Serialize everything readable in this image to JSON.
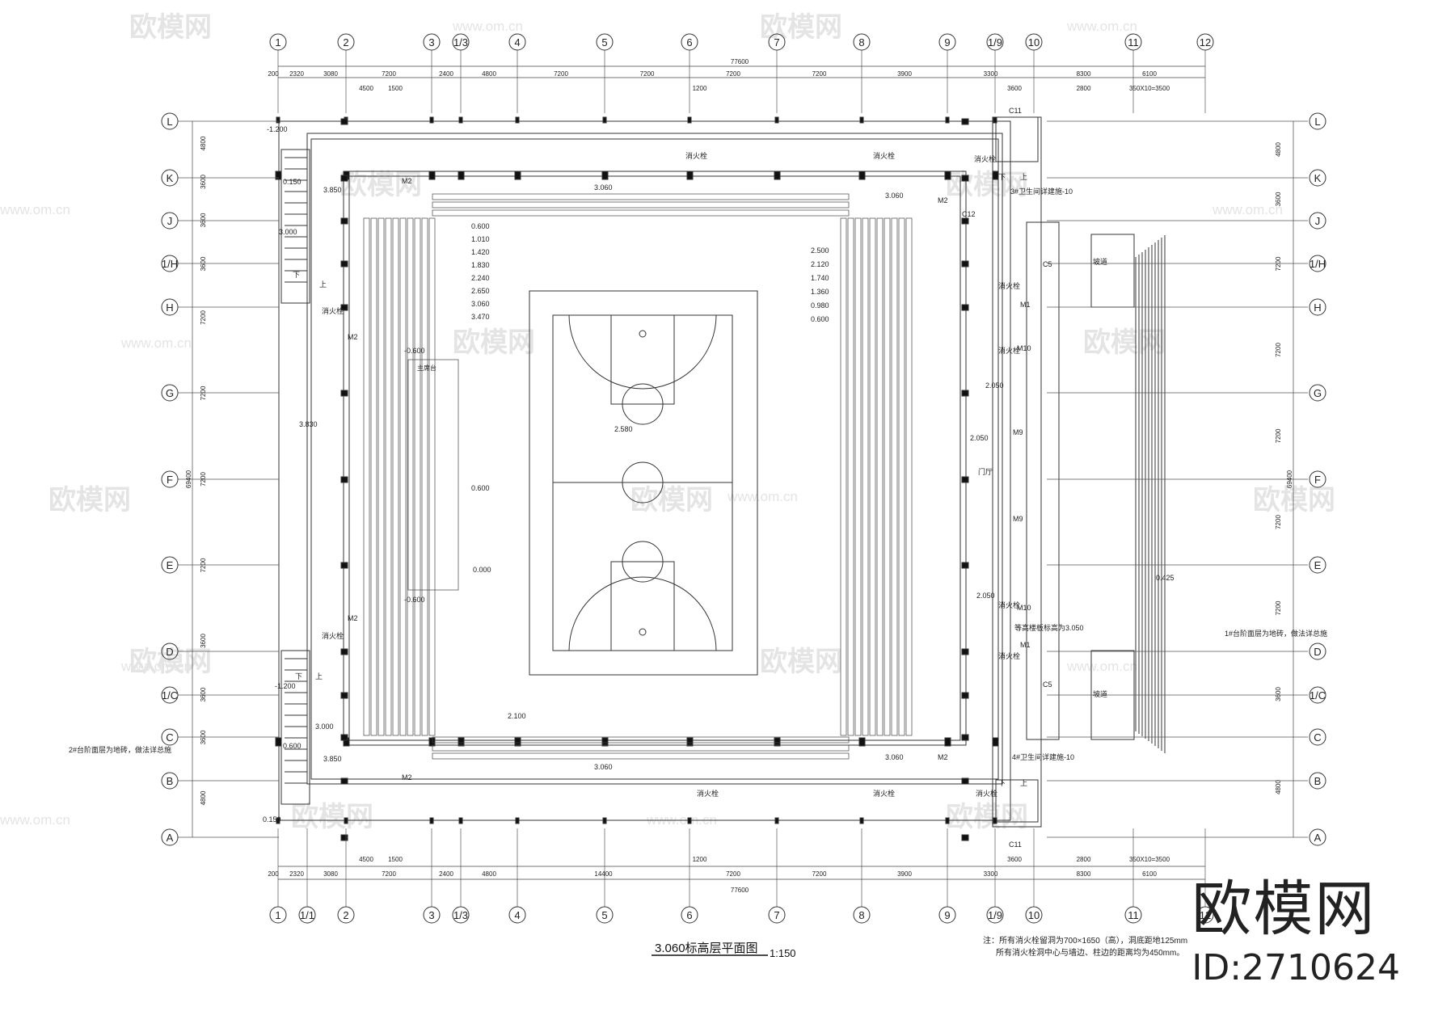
{
  "drawing": {
    "title": "3.060标高层平面图",
    "scale": "1:150",
    "note_line1": "注：所有消火栓留洞为700×1650（高），洞底距地125mm",
    "note_line2": "所有消火栓洞中心与墙边、柱边的距离均为450mm。"
  },
  "watermark": {
    "brand": "欧模网",
    "id": "ID:2710624",
    "site": "www.om.cn"
  },
  "axes": {
    "columns_top": [
      "1",
      "2",
      "3",
      "1/3",
      "4",
      "5",
      "6",
      "7",
      "8",
      "9",
      "1/9",
      "10",
      "11",
      "12"
    ],
    "columns_bottom": [
      "1",
      "1/1",
      "2",
      "3",
      "1/3",
      "4",
      "5",
      "6",
      "7",
      "8",
      "9",
      "1/9",
      "10",
      "11",
      "12"
    ],
    "rows": [
      "L",
      "K",
      "J",
      "1/H",
      "H",
      "G",
      "F",
      "E",
      "D",
      "1/C",
      "C",
      "B",
      "A"
    ]
  },
  "dimensions": {
    "overall_width": "77600",
    "overall_depth": "69400",
    "top_chain": [
      "200",
      "2320",
      "3080",
      "7200",
      "2400",
      "4800",
      "7200",
      "7200",
      "7200",
      "7200",
      "3900",
      "3300",
      "8300",
      "6100"
    ],
    "bottom_chain": [
      "200",
      "2320",
      "3080",
      "7200",
      "2400",
      "4800",
      "14400",
      "7200",
      "7200",
      "3900",
      "3300",
      "8300",
      "6100"
    ],
    "left_chain": [
      "4800",
      "3600",
      "3600",
      "3600",
      "7200",
      "7200",
      "7200",
      "7200",
      "3600",
      "3600",
      "3600",
      "4800"
    ],
    "right_chain": [
      "4800",
      "3600",
      "7200",
      "7200",
      "7200",
      "7200",
      "7200",
      "3600",
      "4800"
    ],
    "sub_top": [
      "4500",
      "1500",
      "1200",
      "3600",
      "2800",
      "350X10=3500"
    ],
    "sub_bottom": [
      "4500",
      "1500",
      "1200",
      "3600",
      "2800",
      "350X10=3500"
    ]
  },
  "labels": {
    "elevations": [
      "3.060",
      "3.060",
      "3.060",
      "3.060",
      "3.850",
      "3.830",
      "3.850",
      "3.000",
      "3.000",
      "-1.200",
      "-1.200",
      "0.150",
      "0.150",
      "0.600",
      "0.600",
      "0.000",
      "2.580",
      "2.100",
      "2.050",
      "2.050",
      "2.050",
      "0.425",
      "-0.600",
      "-0.600"
    ],
    "tier_left": [
      "0.600",
      "1.010",
      "1.420",
      "1.830",
      "2.240",
      "2.650",
      "3.060",
      "3.470"
    ],
    "tier_right": [
      "2.500",
      "2.120",
      "1.740",
      "1.360",
      "0.980",
      "0.600"
    ],
    "hydrant": "消火栓",
    "door_m2": "M2",
    "door_m9": "M9",
    "door_m10": "M10",
    "door_m1": "M1",
    "window_c11": "C11",
    "window_c12": "C12",
    "window_c5": "C5",
    "up": "上",
    "down": "下",
    "wc3": "3#卫生间详建施-10",
    "wc4": "4#卫生间详建施-10",
    "step1": "1#台阶面层为地砖，做法详总施",
    "step2": "2#台阶面层为地砖，做法详总施",
    "stage": "主席台",
    "hall": "门厅",
    "ramp": "坡道",
    "slab_note": "等高楼板标高为3.050"
  }
}
